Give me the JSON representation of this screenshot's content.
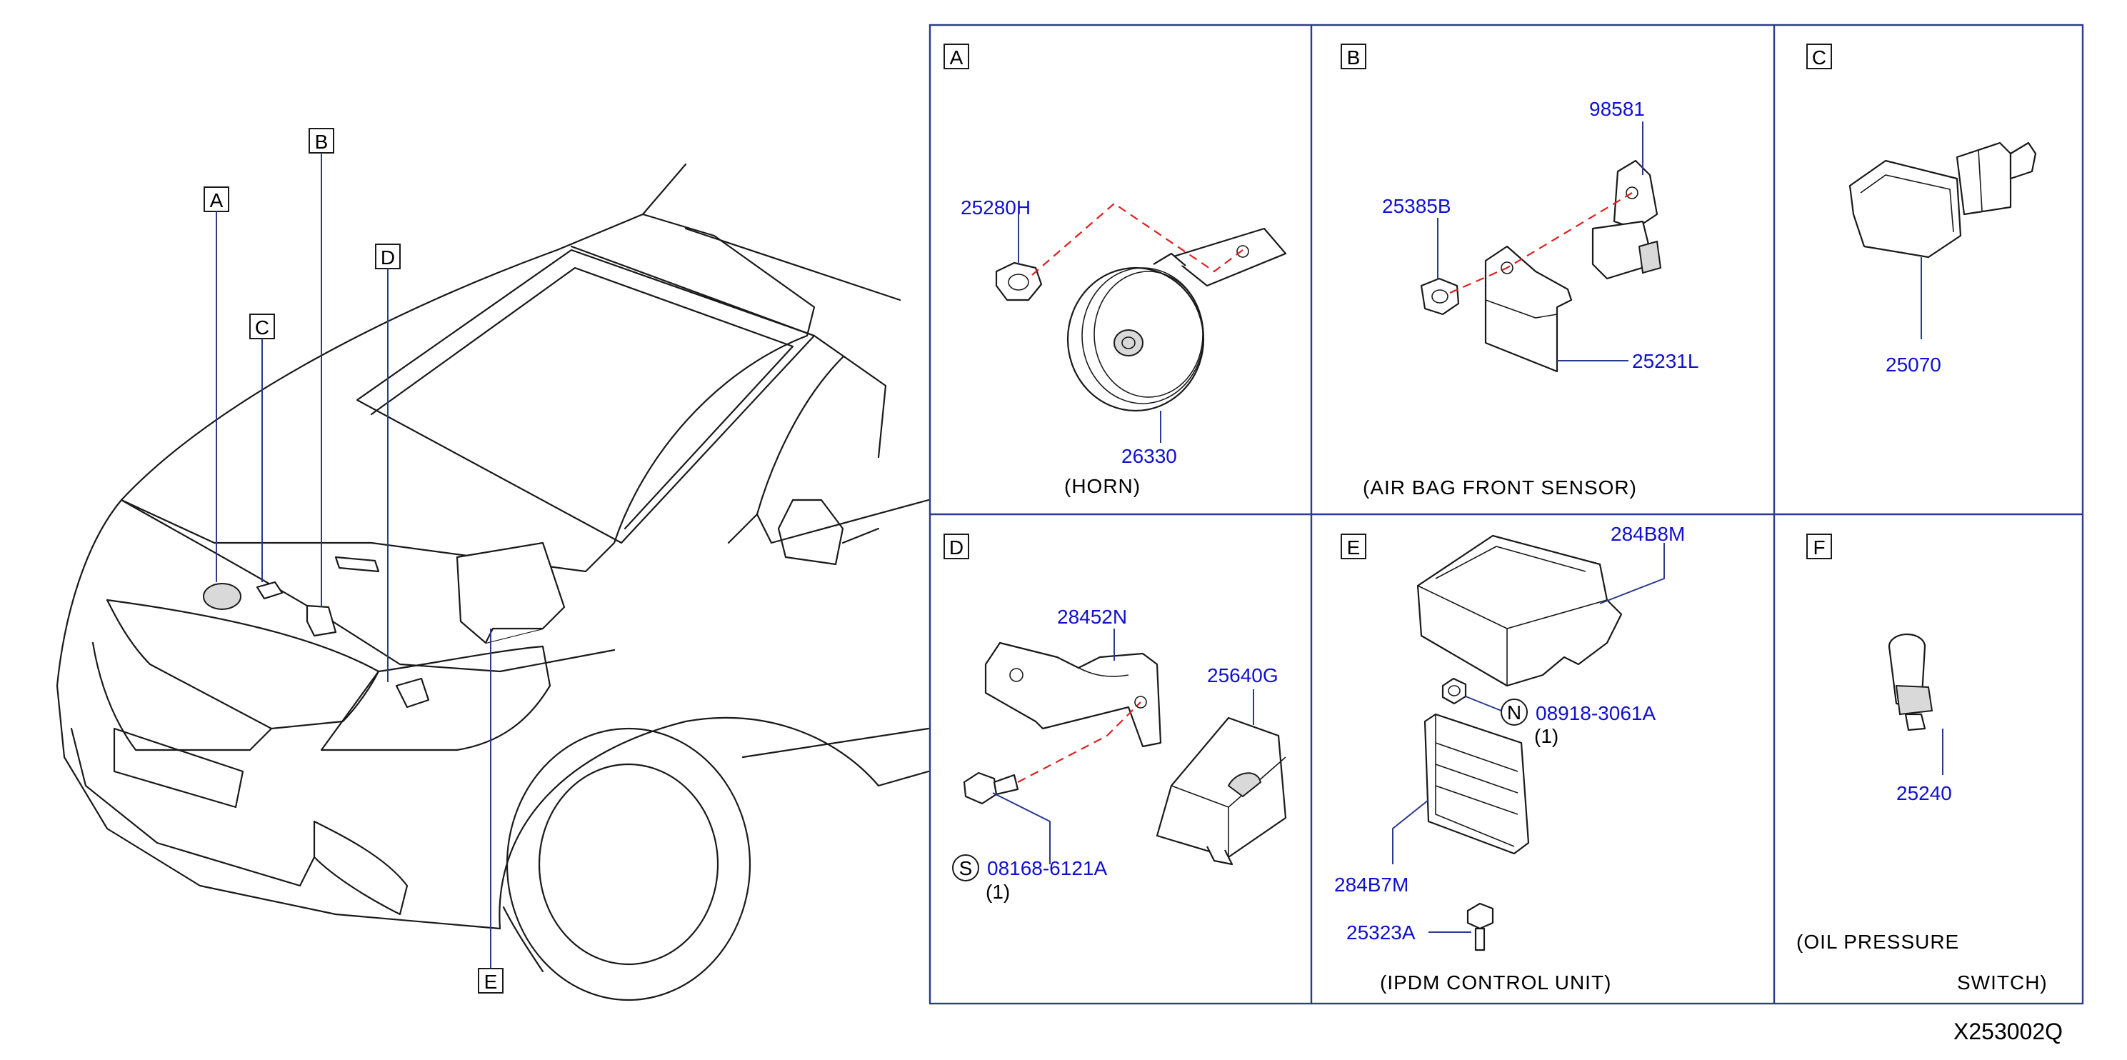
{
  "car_callouts": [
    "A",
    "B",
    "C",
    "D",
    "E"
  ],
  "panels": {
    "A": {
      "letter": "A",
      "parts": [
        "25280H",
        "26330"
      ],
      "caption": "(HORN)"
    },
    "B": {
      "letter": "B",
      "parts": [
        "98581",
        "25385B",
        "25231L"
      ],
      "caption": "(AIR   BAG   FRONT   SENSOR)"
    },
    "C": {
      "letter": "C",
      "parts": [
        "25070"
      ]
    },
    "D": {
      "letter": "D",
      "parts": [
        "28452N",
        "25640G",
        "08168-6121A"
      ],
      "symbol": "S",
      "qty": "(1)"
    },
    "E": {
      "letter": "E",
      "parts": [
        "284B8M",
        "08918-3061A",
        "284B7M",
        "25323A"
      ],
      "symbol": "N",
      "qty": "(1)",
      "caption": "(IPDM   CONTROL   UNIT)"
    },
    "F": {
      "letter": "F",
      "parts": [
        "25240"
      ],
      "caption_line1": "(OIL   PRESSURE",
      "caption_line2": "SWITCH)"
    }
  },
  "diagram_id": "X253002Q",
  "colors": {
    "part_number": "#1010d0",
    "panel_border": "#2a3a8c",
    "dashed_guide": "#e02020"
  }
}
